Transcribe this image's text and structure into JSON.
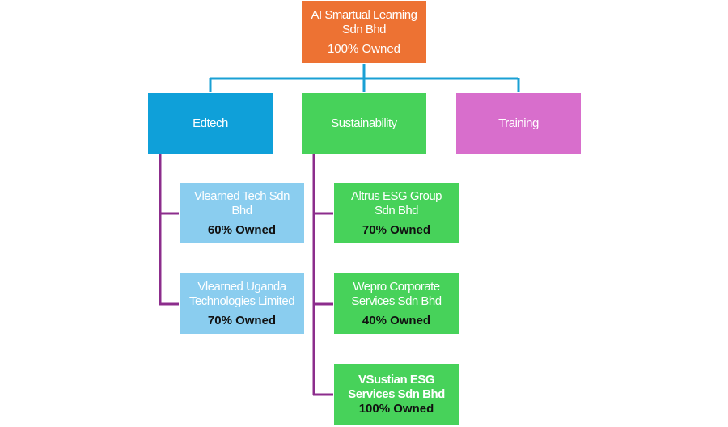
{
  "colors": {
    "root": "#ED7233",
    "edtech": "#0FA0D9",
    "sustainability": "#47D25A",
    "training": "#D86ECC",
    "edtech_child": "#8ACDEF",
    "sustainability_child": "#47D25A",
    "connector_top": "#1AA0D4",
    "connector_child": "#8C2D8C"
  },
  "root": {
    "name_line1": "AI Smartual Learning",
    "name_line2": "Sdn Bhd",
    "ownership": "100% Owned"
  },
  "categories": [
    {
      "id": "edtech",
      "label": "Edtech"
    },
    {
      "id": "sustainability",
      "label": "Sustainability"
    },
    {
      "id": "training",
      "label": "Training"
    }
  ],
  "edtech_children": [
    {
      "name_line1": "Vlearned Tech Sdn",
      "name_line2": "Bhd",
      "ownership": "60% Owned"
    },
    {
      "name_line1": "Vlearned Uganda",
      "name_line2": "Technologies Limited",
      "ownership": "70% Owned"
    }
  ],
  "sustainability_children": [
    {
      "name_line1": "Altrus ESG Group",
      "name_line2": "Sdn Bhd",
      "ownership": "70% Owned"
    },
    {
      "name_line1": "Wepro Corporate",
      "name_line2": "Services Sdn Bhd",
      "ownership": "40% Owned"
    },
    {
      "name_line1": "VSustian ESG",
      "name_line2": "Services Sdn Bhd",
      "ownership": "100% Owned"
    }
  ]
}
